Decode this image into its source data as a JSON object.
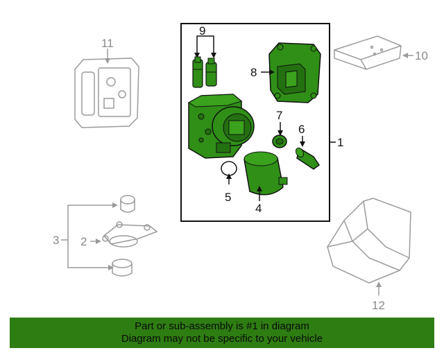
{
  "diagram": {
    "callouts": [
      "1",
      "2",
      "3",
      "4",
      "5",
      "6",
      "7",
      "8",
      "9",
      "10",
      "11",
      "12"
    ],
    "highlight_color": "#2e7d12",
    "part_fill_color": "#2f8f17",
    "context_color": "#9a9a9a"
  },
  "footer": {
    "line1": "Part or sub-assembly is #1 in diagram",
    "line2": "Diagram may not be specific to your vehicle"
  }
}
